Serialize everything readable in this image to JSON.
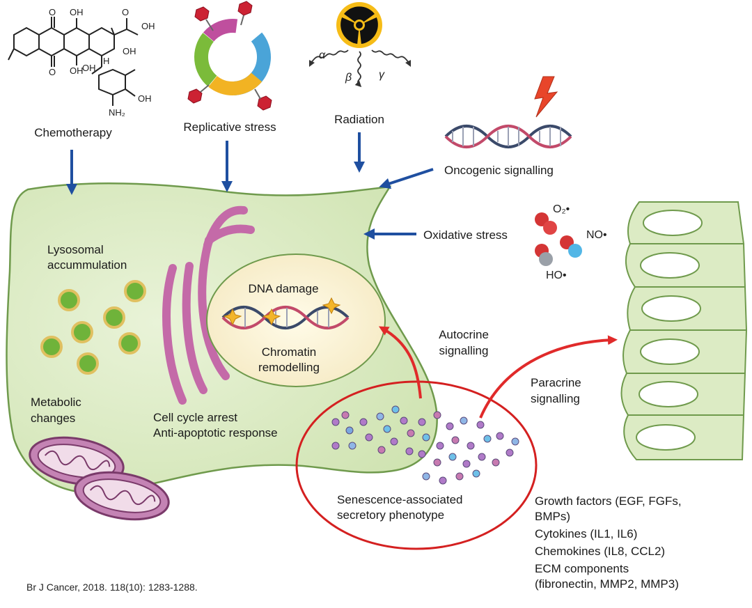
{
  "sources": {
    "chemotherapy": "Chemotherapy",
    "replicative_stress": "Replicative stress",
    "radiation": "Radiation",
    "oncogenic_signalling": "Oncogenic signalling",
    "oxidative_stress": "Oxidative stress"
  },
  "radiation_types": {
    "alpha": "α",
    "beta": "β",
    "gamma": "γ"
  },
  "chem_labels": {
    "oh1": "OH",
    "oh2": "OH",
    "oh3": "OH",
    "oh4": "OH",
    "oh5": "OH",
    "oh6": "OH",
    "h": "H",
    "nh2": "NH₂",
    "o1": "O",
    "o2": "O",
    "o3": "O"
  },
  "ros": {
    "o2": "O₂•",
    "no": "NO•",
    "ho": "HO•"
  },
  "cell": {
    "lysosomal_line1": "Lysosomal",
    "lysosomal_line2": "accummulation",
    "metabolic_line1": "Metabolic",
    "metabolic_line2": "changes",
    "arrest_line1": "Cell cycle arrest",
    "arrest_line2": "Anti-apoptotic response",
    "dna_damage": "DNA damage",
    "chromatin_line1": "Chromatin",
    "chromatin_line2": "remodelling"
  },
  "signalling": {
    "autocrine_line1": "Autocrine",
    "autocrine_line2": "signalling",
    "paracrine_line1": "Paracrine",
    "paracrine_line2": "signalling"
  },
  "sasp": {
    "line1": "Senescence-associated",
    "line2": "secretory phenotype",
    "factors": [
      "Growth factors (EGF, FGFs,",
      "BMPs)",
      "Cytokines (IL1, IL6)",
      "Chemokines (IL8, CCL2)",
      "ECM components",
      "(fibronectin, MMP2, MMP3)"
    ]
  },
  "citation": "Br J Cancer, 2018. 118(10): 1283-1288.",
  "colors": {
    "cell_fill": "#dcebc4",
    "cell_stroke": "#6f9a4c",
    "arrow_blue": "#1f4fa0",
    "arrow_red": "#e02a2a",
    "lysosome": "#6fb33a",
    "er_pink": "#c46aa8",
    "sasp_circle": "#d42020"
  }
}
